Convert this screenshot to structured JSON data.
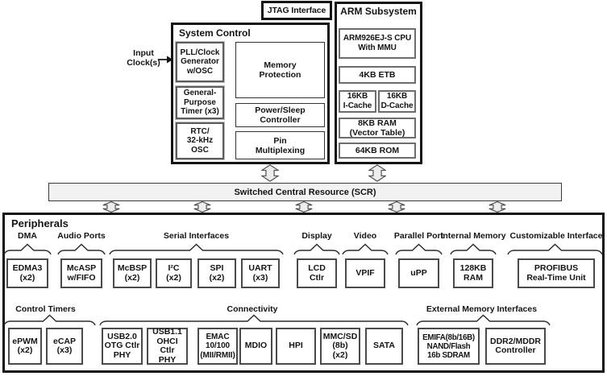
{
  "input_clock": {
    "label": "Input\nClock(s)"
  },
  "jtag": {
    "title": "JTAG Interface"
  },
  "system_control": {
    "title": "System Control",
    "pll": "PLL/Clock\nGenerator\nw/OSC",
    "gp_timer": "General-\nPurpose\nTimer (x3)",
    "rtc": "RTC/\n32-kHz\nOSC",
    "memory_protection": "Memory\nProtection",
    "power_sleep": "Power/Sleep\nController",
    "pin_mux": "Pin\nMultiplexing"
  },
  "arm_subsystem": {
    "title": "ARM Subsystem",
    "cpu": "ARM926EJ-S CPU\nWith MMU",
    "etb": "4KB ETB",
    "icache": "16KB\nI-Cache",
    "dcache": "16KB\nD-Cache",
    "vector_ram": "8KB RAM\n(Vector Table)",
    "rom": "64KB ROM"
  },
  "scr": {
    "label": "Switched Central Resource (SCR)"
  },
  "peripherals": {
    "title": "Peripherals",
    "groups": {
      "dma": "DMA",
      "audio_ports": "Audio Ports",
      "serial_interfaces": "Serial Interfaces",
      "display": "Display",
      "video": "Video",
      "parallel_port": "Parallel Port",
      "internal_memory": "Internal Memory",
      "customizable_interface": "Customizable Interface",
      "control_timers": "Control Timers",
      "connectivity": "Connectivity",
      "external_memory": "External Memory Interfaces"
    },
    "modules": {
      "edma3": "EDMA3\n(x2)",
      "mcasp": "McASP\nw/FIFO",
      "mcbsp": "McBSP\n(x2)",
      "i2c": "I²C\n(x2)",
      "spi": "SPI\n(x2)",
      "uart": "UART\n(x3)",
      "lcd": "LCD\nCtlr",
      "vpif": "VPIF",
      "upp": "uPP",
      "ram_128kb": "128KB\nRAM",
      "profibus": "PROFIBUS\nReal-Time Unit",
      "epwm": "ePWM\n(x2)",
      "ecap": "eCAP\n(x3)",
      "usb2": "USB2.0\nOTG Ctlr\nPHY",
      "usb1": "USB1.1\nOHCI Ctlr\nPHY",
      "emac": "EMAC\n10/100\n(MII/RMII)",
      "mdio": "MDIO",
      "hpi": "HPI",
      "mmcsd": "MMC/SD\n(8b)\n(x2)",
      "sata": "SATA",
      "emifa": "EMIFA(8b/16B)\nNAND/Flash\n16b SDRAM",
      "ddr2": "DDR2/MDDR\nController"
    }
  },
  "colors": {
    "outline_black": "#141414",
    "module_border_gray": "#4a4a4a",
    "scr_fill": "#f2f2f2",
    "arrow_fill": "#ededed",
    "arrow_stroke": "#4f4f4f",
    "brace_stroke": "#2b2b2b"
  }
}
